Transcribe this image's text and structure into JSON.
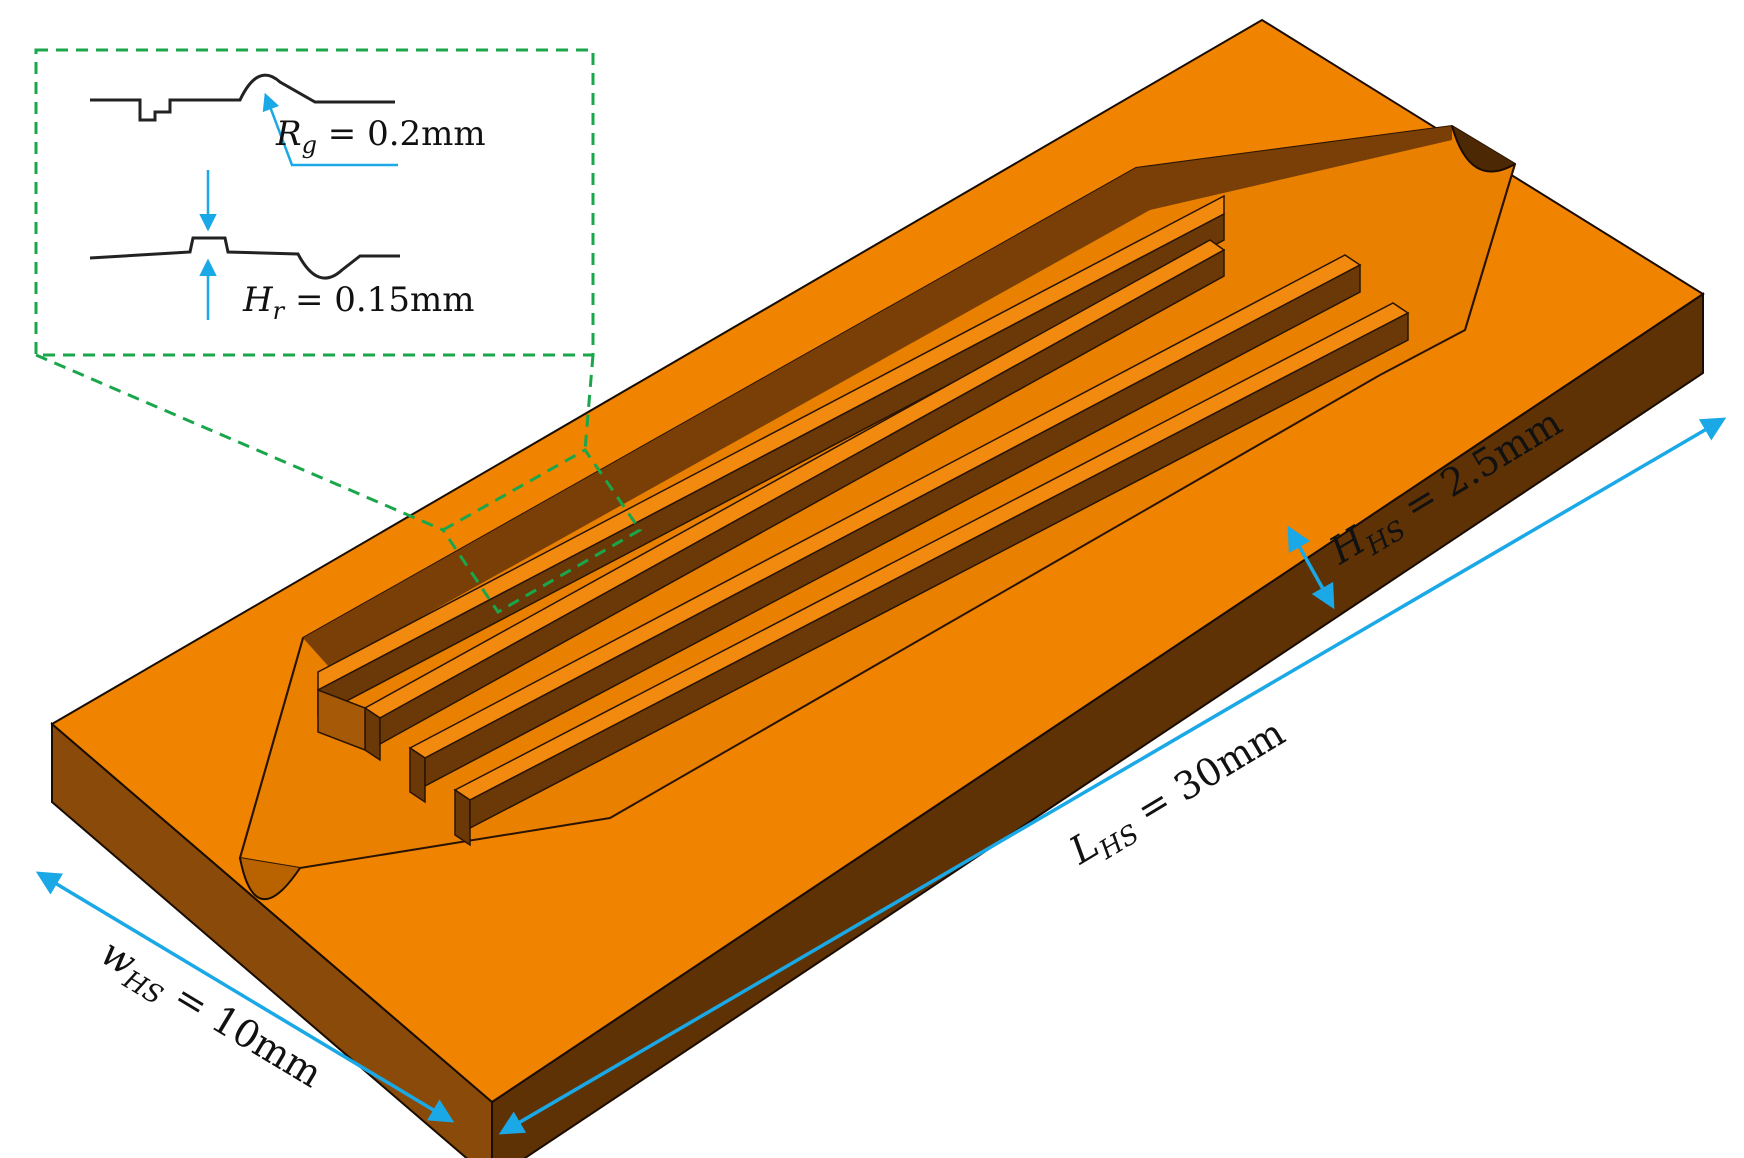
{
  "figure": {
    "inset": {
      "rg_label": {
        "symbol": "R",
        "sub": "g",
        "rest": " = 0.2mm"
      },
      "hr_label": {
        "symbol": "H",
        "sub": "r",
        "rest": " = 0.15mm"
      }
    },
    "dimensions": {
      "length": {
        "symbol": "L",
        "sub": "HS",
        "rest": " = 30mm"
      },
      "width": {
        "symbol": "w",
        "sub": "HS",
        "rest": " = 10mm"
      },
      "height": {
        "symbol": "H",
        "sub": "HS",
        "rest": " = 2.5mm"
      }
    },
    "colors": {
      "top_face": "#f08300",
      "front_face": "#5e3205",
      "side_face": "#8a4a0a",
      "recess": "#e67c00",
      "fin_side": "#6b3808",
      "dimension_arrows": "#1aa9e6",
      "callout": "#1aa64a"
    },
    "fin_count": 4
  }
}
